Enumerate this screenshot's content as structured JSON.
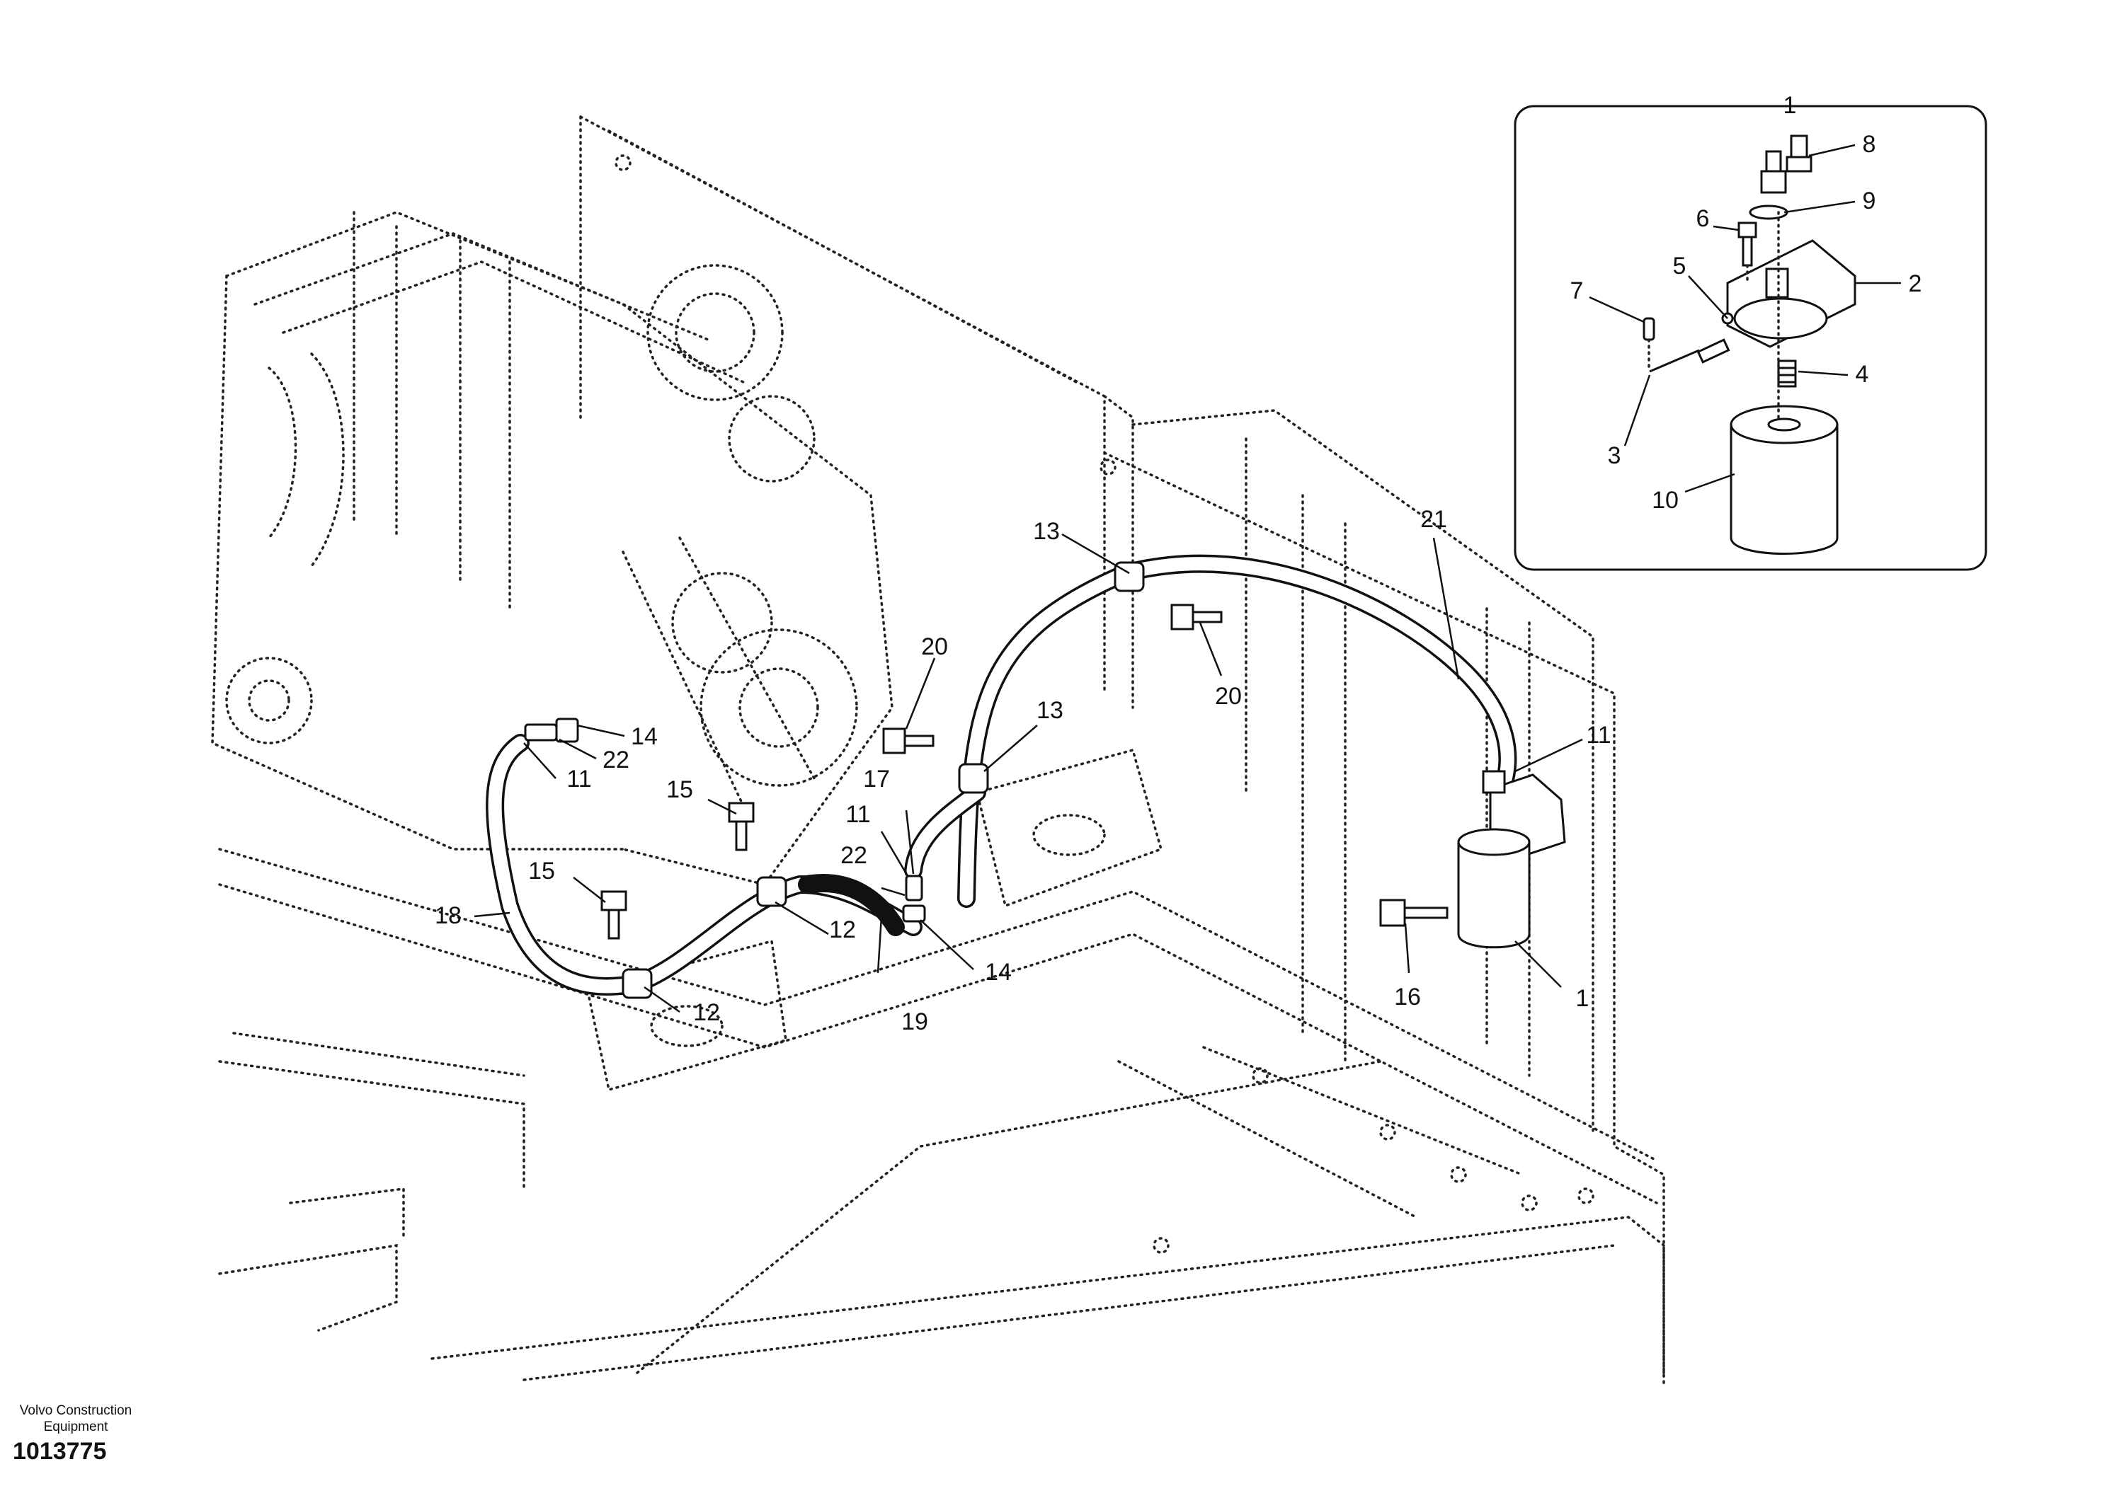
{
  "diagram": {
    "labels": {
      "inset_1": "1",
      "inset_2": "2",
      "inset_3": "3",
      "inset_4": "4",
      "inset_5": "5",
      "inset_6": "6",
      "inset_7": "7",
      "inset_8": "8",
      "inset_9": "9",
      "inset_10": "10",
      "main_1": "1",
      "main_11_left": "11",
      "main_11_mid": "11",
      "main_11_right": "11",
      "main_12_left": "12",
      "main_12_right": "12",
      "main_13_top": "13",
      "main_13_mid": "13",
      "main_14_top": "14",
      "main_14_bottom": "14",
      "main_15_top": "15",
      "main_15_bottom": "15",
      "main_16": "16",
      "main_17": "17",
      "main_18": "18",
      "main_19": "19",
      "main_20_left": "20",
      "main_20_right": "20",
      "main_21": "21",
      "main_22_left": "22",
      "main_22_mid": "22"
    }
  },
  "footer": {
    "brand_line1": "Volvo Construction",
    "brand_line2": "Equipment",
    "document_number": "1013775"
  }
}
